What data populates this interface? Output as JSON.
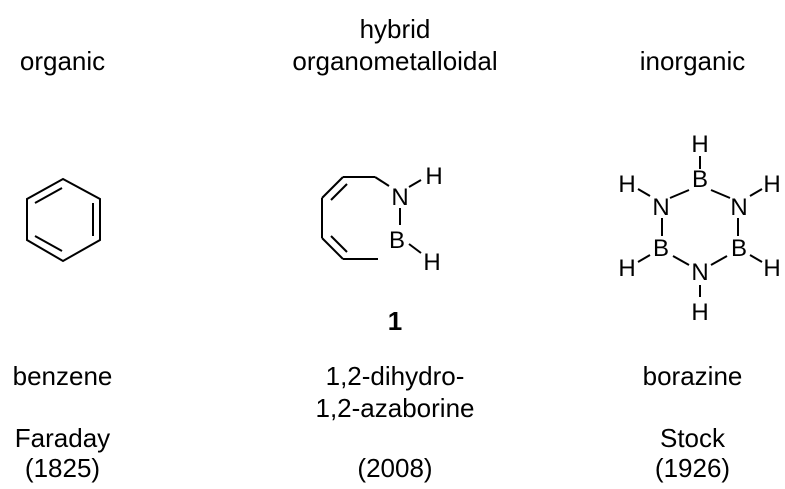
{
  "columns": {
    "organic": {
      "category": "organic",
      "name": "benzene",
      "discoverer": "Faraday",
      "year": "(1825)"
    },
    "hybrid": {
      "category_line1": "hybrid",
      "category_line2": "organometalloidal",
      "compound_number": "1",
      "name_line1": "1,2-dihydro-",
      "name_line2": "1,2-azaborine",
      "year": "(2008)"
    },
    "inorganic": {
      "category": "inorganic",
      "name": "borazine",
      "discoverer": "Stock",
      "year": "(1926)"
    }
  },
  "atoms": {
    "nitrogen": "N",
    "boron": "B",
    "hydrogen": "H"
  }
}
